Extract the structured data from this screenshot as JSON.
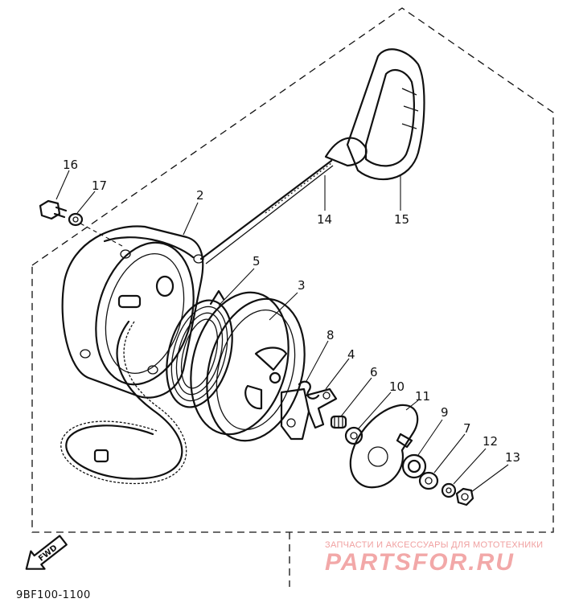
{
  "diagram": {
    "drawing_code": "9BF100-1100",
    "fwd_label": "FWD",
    "watermark_line1": "ЗАПЧАСТИ И АКСЕССУАРЫ ДЛЯ МОТОТЕХНИКИ",
    "watermark_line2": "PARTSFOR.RU",
    "callouts": [
      {
        "key": "16",
        "label": "16"
      },
      {
        "key": "17",
        "label": "17"
      },
      {
        "key": "2",
        "label": "2"
      },
      {
        "key": "5",
        "label": "5"
      },
      {
        "key": "3",
        "label": "3"
      },
      {
        "key": "8",
        "label": "8"
      },
      {
        "key": "4",
        "label": "4"
      },
      {
        "key": "6",
        "label": "6"
      },
      {
        "key": "10",
        "label": "10"
      },
      {
        "key": "11",
        "label": "11"
      },
      {
        "key": "9",
        "label": "9"
      },
      {
        "key": "7",
        "label": "7"
      },
      {
        "key": "12",
        "label": "12"
      },
      {
        "key": "13",
        "label": "13"
      },
      {
        "key": "14",
        "label": "14"
      },
      {
        "key": "15",
        "label": "15"
      }
    ]
  }
}
